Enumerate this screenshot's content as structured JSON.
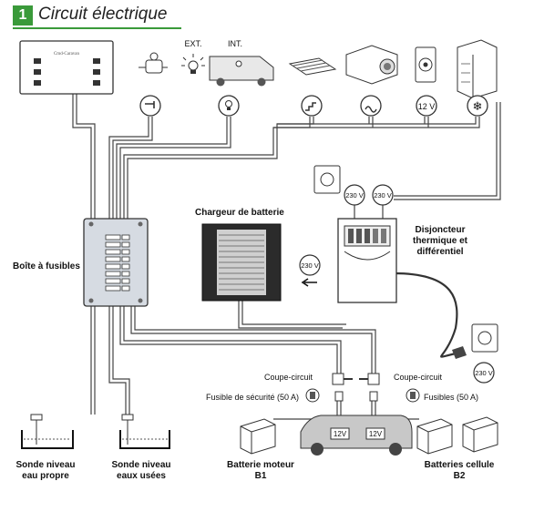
{
  "title": {
    "number": "1",
    "text": "Circuit électrique"
  },
  "labels": {
    "ext": "EXT.",
    "int": "INT.",
    "fuse_box": "Boîte à fusibles",
    "charger": "Chargeur de batterie",
    "breaker_l1": "Disjoncteur",
    "breaker_l2": "thermique et",
    "breaker_l3": "différentiel",
    "cutoff_left": "Coupe-circuit",
    "cutoff_right": "Coupe-circuit",
    "safety_fuse": "Fusible de sécurité (50 A)",
    "fuses": "Fusibles (50 A)",
    "probe_clean_l1": "Sonde niveau",
    "probe_clean_l2": "eau propre",
    "probe_waste_l1": "Sonde niveau",
    "probe_waste_l2": "eaux usées",
    "engine_batt_l1": "Batterie moteur",
    "engine_batt_l2": "B1",
    "cell_batt_l1": "Batteries cellule",
    "cell_batt_l2": "B2"
  },
  "voltages": {
    "v230_outlet_a": "230 V",
    "v230_outlet_b": "230 V",
    "v230_charger": "230 V",
    "v230_plug": "230 V",
    "v12_icon": "12 V",
    "v12_van_a": "12V",
    "v12_van_b": "12V"
  },
  "control_panel": {
    "brand": "Cmd-Caravan"
  },
  "icons": [
    "tap-icon",
    "light-bulb-icon",
    "step-icon",
    "heater-icon",
    "socket-12v-icon",
    "fridge-icon"
  ]
}
